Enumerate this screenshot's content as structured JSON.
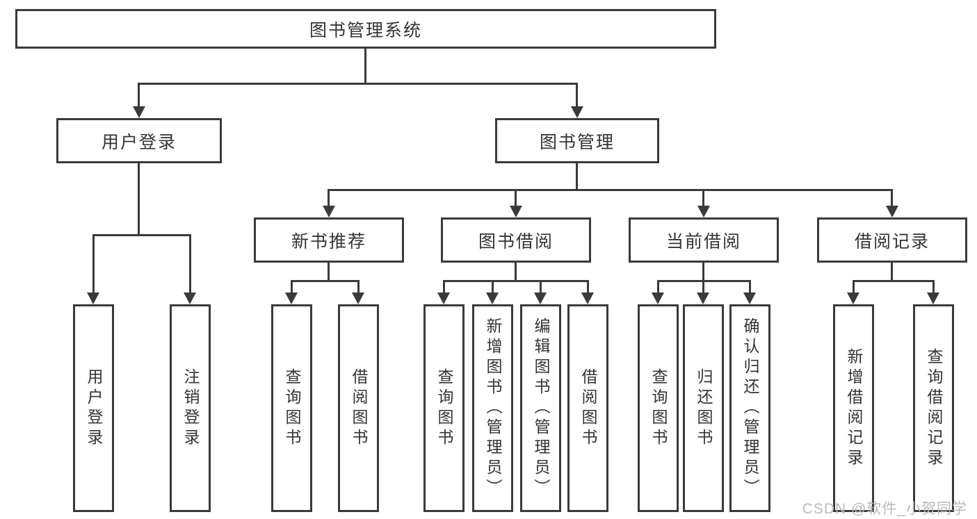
{
  "colors": {
    "background": "#ffffff",
    "line": "#3a3a3a",
    "box_border": "#3a3a3a",
    "box_fill": "#ffffff",
    "text": "#333333",
    "watermark": "#b9b9b9"
  },
  "watermark": {
    "text": "CSDN @软件_小贺同学"
  },
  "tree": {
    "root": {
      "label": "图书管理系统",
      "children": [
        {
          "label": "用户登录",
          "children": [
            {
              "label": "用户登录"
            },
            {
              "label": "注销登录"
            }
          ]
        },
        {
          "label": "图书管理",
          "children": [
            {
              "label": "新书推荐",
              "children": [
                {
                  "label": "查询图书"
                },
                {
                  "label": "借阅图书"
                }
              ]
            },
            {
              "label": "图书借阅",
              "children": [
                {
                  "label": "查询图书"
                },
                {
                  "label": "新增图书（管理员）"
                },
                {
                  "label": "编辑图书（管理员）"
                },
                {
                  "label": "借阅图书"
                }
              ]
            },
            {
              "label": "当前借阅",
              "children": [
                {
                  "label": "查询图书"
                },
                {
                  "label": "归还图书"
                },
                {
                  "label": "确认归还（管理员）"
                }
              ]
            },
            {
              "label": "借阅记录",
              "children": [
                {
                  "label": "新增借阅记录"
                },
                {
                  "label": "查询借阅记录"
                }
              ]
            }
          ]
        }
      ]
    }
  }
}
